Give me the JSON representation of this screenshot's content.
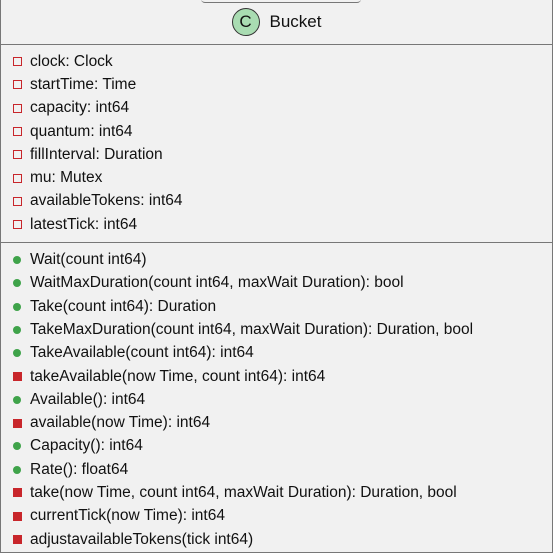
{
  "class": {
    "stereotype": "C",
    "name": "Bucket",
    "fields": [
      {
        "visibility": "private",
        "text": "clock: Clock"
      },
      {
        "visibility": "private",
        "text": "startTime: Time"
      },
      {
        "visibility": "private",
        "text": "capacity: int64"
      },
      {
        "visibility": "private",
        "text": "quantum: int64"
      },
      {
        "visibility": "private",
        "text": "fillInterval: Duration"
      },
      {
        "visibility": "private",
        "text": "mu: Mutex"
      },
      {
        "visibility": "private",
        "text": "availableTokens: int64"
      },
      {
        "visibility": "private",
        "text": "latestTick: int64"
      }
    ],
    "methods": [
      {
        "visibility": "public",
        "text": "Wait(count int64)"
      },
      {
        "visibility": "public",
        "text": "WaitMaxDuration(count int64, maxWait Duration): bool"
      },
      {
        "visibility": "public",
        "text": "Take(count int64): Duration"
      },
      {
        "visibility": "public",
        "text": "TakeMaxDuration(count int64, maxWait Duration): Duration, bool"
      },
      {
        "visibility": "public",
        "text": "TakeAvailable(count int64): int64"
      },
      {
        "visibility": "private",
        "text": "takeAvailable(now Time, count int64): int64"
      },
      {
        "visibility": "public",
        "text": "Available(): int64"
      },
      {
        "visibility": "private",
        "text": "available(now Time): int64"
      },
      {
        "visibility": "public",
        "text": "Capacity(): int64"
      },
      {
        "visibility": "public",
        "text": "Rate(): float64"
      },
      {
        "visibility": "private",
        "text": "take(now Time, count int64, maxWait Duration): Duration, bool"
      },
      {
        "visibility": "private",
        "text": "currentTick(now Time): int64"
      },
      {
        "visibility": "private",
        "text": "adjustavailableTokens(tick int64)"
      }
    ]
  },
  "colors": {
    "stereotype_fill": "#a9dcb2",
    "private_marker": "#c8262b",
    "public_marker": "#3fa34a",
    "box_fill": "#f1f1f1"
  }
}
